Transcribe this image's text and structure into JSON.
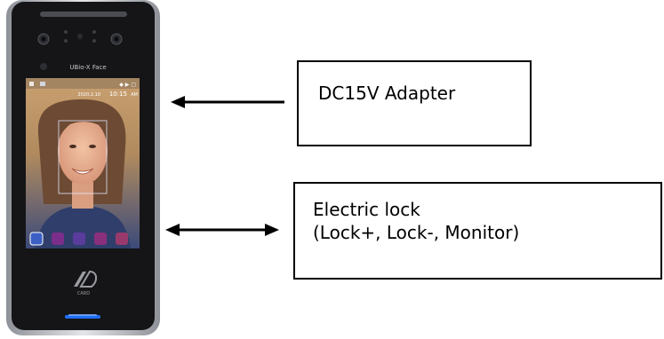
{
  "device": {
    "brand_label": "UBio-X Face",
    "date_text": "2020.2.10",
    "time_text": "10:15",
    "time_suffix": "AM",
    "card_logo_text": "CARD",
    "top_caption": "(     )"
  },
  "labels": {
    "power": "DC15V Adapter",
    "lock_line1": "Electric lock",
    "lock_line2": "(Lock+, Lock-, Monitor)"
  },
  "colors": {
    "device_body": "#151517",
    "device_frame": "#b8bcc2",
    "led_blue": "#1f6fff"
  }
}
